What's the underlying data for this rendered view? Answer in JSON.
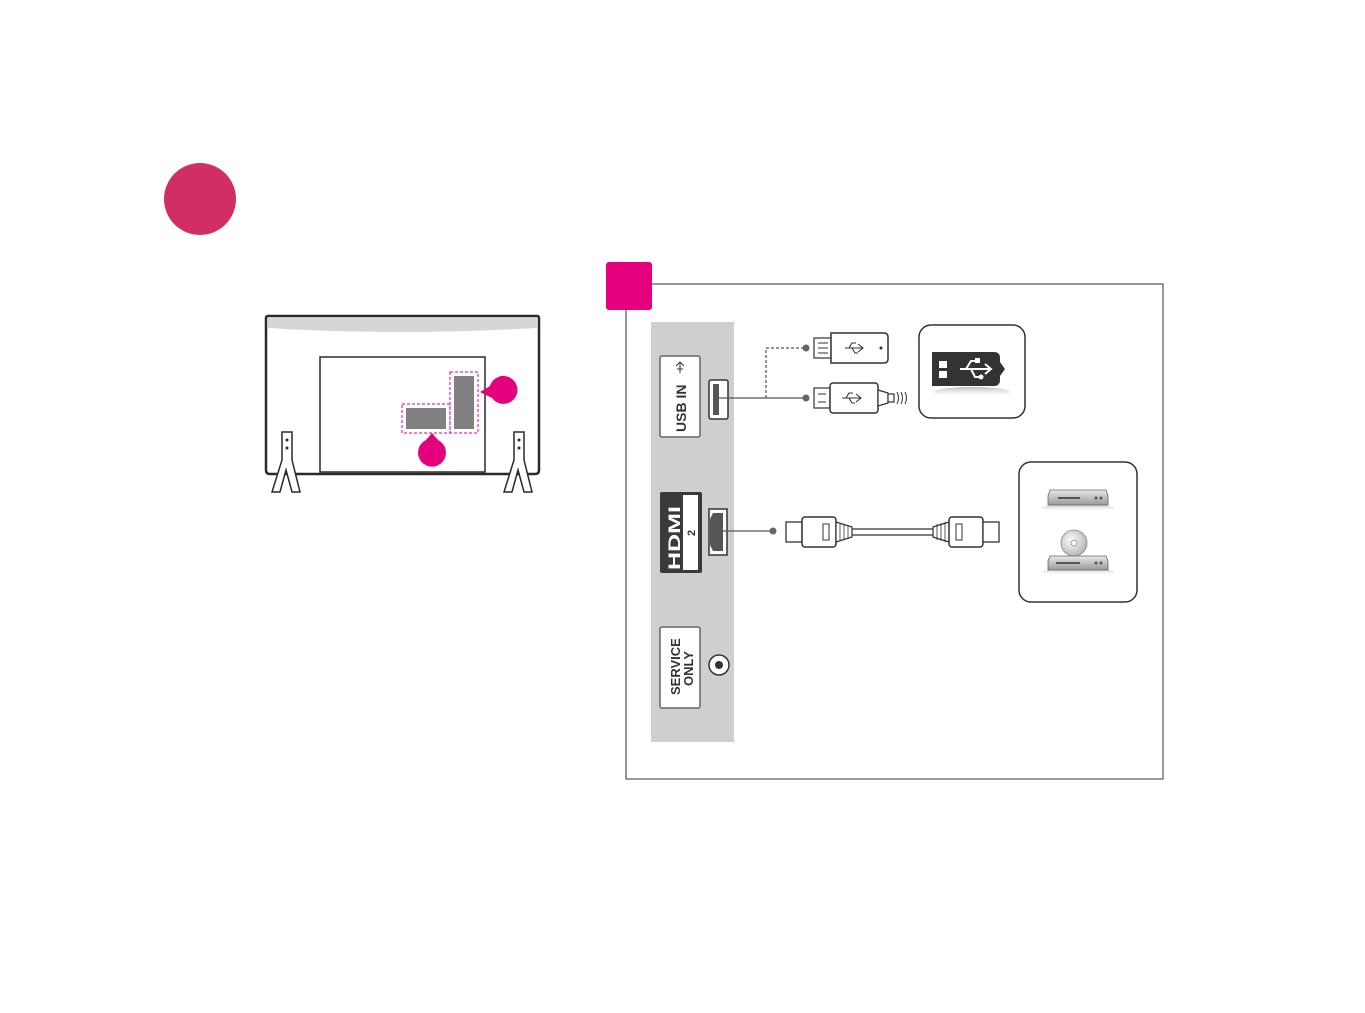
{
  "step_badge": {
    "color": "#d12e64",
    "text": ""
  },
  "tv_rear": {
    "callout_color": "#e5007e",
    "callout_top_label": "",
    "callout_bottom_label": ""
  },
  "panel": {
    "badge_color": "#e5007e",
    "badge_label": "",
    "ports": {
      "usb_label": "USB IN",
      "hdmi_logo": "HDMI",
      "hdmi_number": "2",
      "service_line1": "SERVICE",
      "service_line2": "ONLY"
    },
    "icons": {
      "usb_flash_drive": "usb-flash-drive-icon",
      "usb_cable_plug": "usb-cable-plug-icon",
      "usb_device": "usb-symbol-icon",
      "hdmi_cable": "hdmi-cable-icon",
      "media_player": "media-player-icon",
      "disc_player": "disc-player-icon"
    }
  }
}
